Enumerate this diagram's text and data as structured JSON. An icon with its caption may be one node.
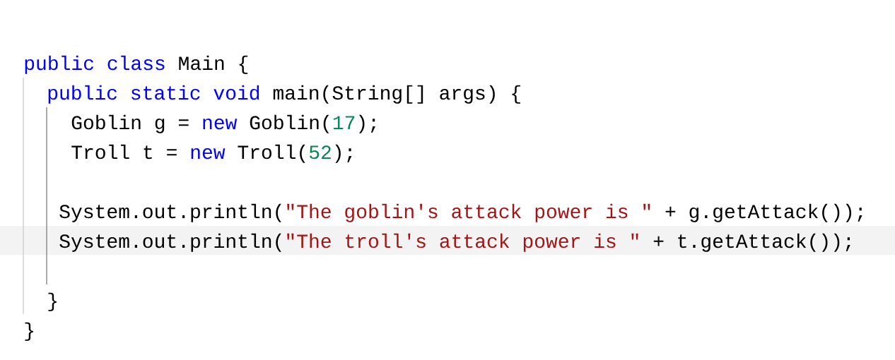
{
  "diagram": {
    "labels": [
      "public class",
      "Main {",
      "public static void",
      "main(String[] args) {",
      "Goblin g =",
      "new",
      "Goblin(",
      "17",
      ");",
      "Troll t =",
      "new",
      "Troll(",
      "52",
      ");",
      "System.out.println(",
      "\"The goblin's attack power is \"",
      "+ g.getAttack());",
      "System.out.println(",
      "\"The troll's attack power is \"",
      "+ t.getAttack());",
      "}",
      "}"
    ]
  }
}
